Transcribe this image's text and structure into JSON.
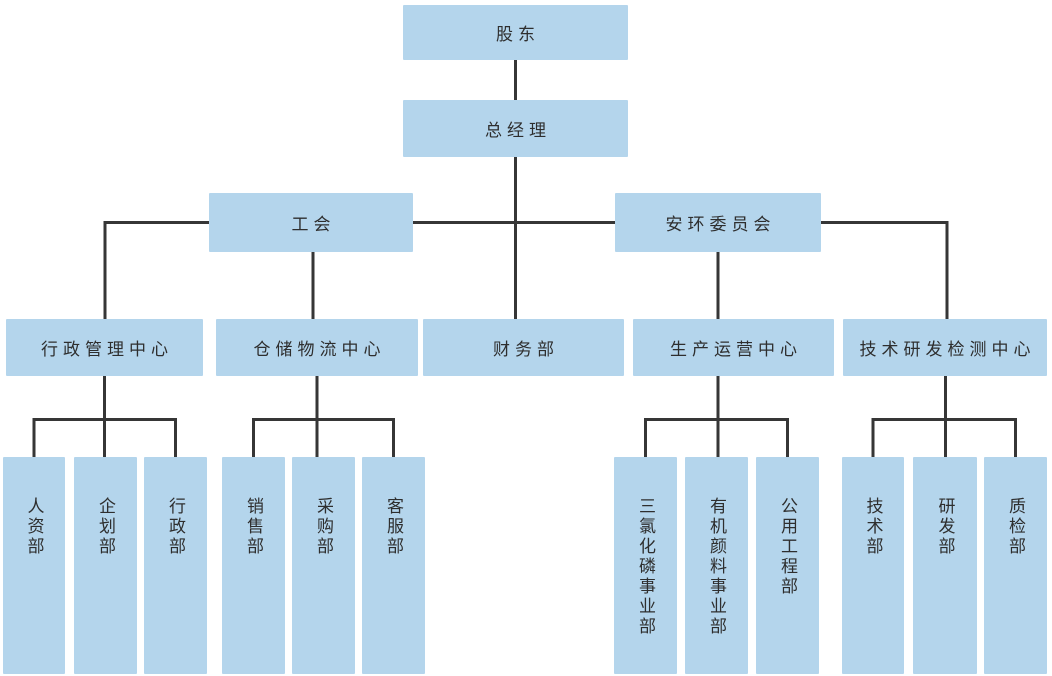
{
  "org_chart": {
    "nodes": {
      "shareholders": "股东",
      "general_manager": "总经理",
      "labor_union": "工会",
      "safety_env_committee": "安环委员会",
      "admin_center": "行政管理中心",
      "warehouse_logistics_center": "仓储物流中心",
      "finance_dept": "财务部",
      "production_center": "生产运营中心",
      "tech_rd_center": "技术研发检测中心",
      "hr_dept": "人资部",
      "planning_dept": "企划部",
      "administration_dept": "行政部",
      "sales_dept": "销售部",
      "purchasing_dept": "采购部",
      "customer_service_dept": "客服部",
      "pcl3_division": "三氯化磷事业部",
      "organic_pigment_division": "有机颜料事业部",
      "utility_engineering_dept": "公用工程部",
      "technology_dept": "技术部",
      "rd_dept": "研发部",
      "quality_inspection_dept": "质检部"
    },
    "hierarchy": [
      "股东 > 总经理",
      "总经理 > 工会",
      "总经理 > 安环委员会",
      "总经理 > 财务部",
      "工会 > 行政管理中心",
      "工会 > 仓储物流中心",
      "安环委员会 > 生产运营中心",
      "安环委员会 > 技术研发检测中心",
      "行政管理中心 > 人资部",
      "行政管理中心 > 企划部",
      "行政管理中心 > 行政部",
      "仓储物流中心 > 销售部",
      "仓储物流中心 > 采购部",
      "仓储物流中心 > 客服部",
      "生产运营中心 > 三氯化磷事业部",
      "生产运营中心 > 有机颜料事业部",
      "生产运营中心 > 公用工程部",
      "技术研发检测中心 > 技术部",
      "技术研发检测中心 > 研发部",
      "技术研发检测中心 > 质检部"
    ],
    "colors": {
      "node_fill": "#b4d5ec",
      "connector": "#363636",
      "text": "#2e2e2e",
      "background": "#ffffff"
    }
  }
}
